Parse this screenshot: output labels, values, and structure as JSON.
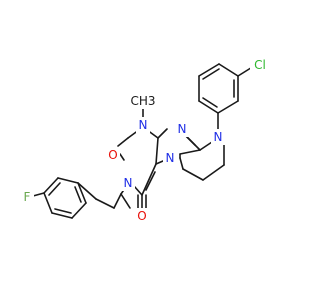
{
  "colors": {
    "background": "#ffffff",
    "bond": "#1a1a1a",
    "carbon_text": "#1a1a1a",
    "nitrogen": "#1f2ee6",
    "oxygen": "#e8100a",
    "chlorine": "#2db82d",
    "fluorine": "#6aa84f"
  },
  "atoms": {
    "n_top": "N",
    "n_methyl": "N",
    "methyl": "CH3",
    "n_aryl": "N",
    "n_imide": "N",
    "n_bottom": "N",
    "o_upper": "O",
    "o_lower": "O",
    "cl": "Cl",
    "f": "F"
  }
}
